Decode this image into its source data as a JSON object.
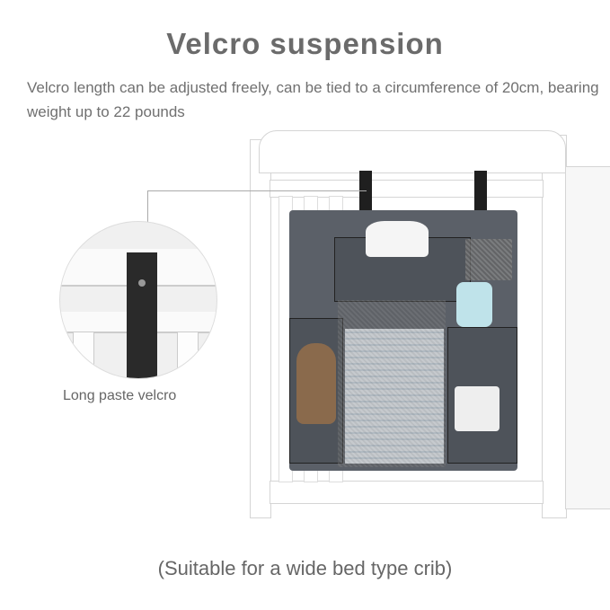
{
  "title": "Velcro suspension",
  "description": "Velcro length can be adjusted freely, can be tied to a circumference of 20cm, bearing weight up to 22 pounds",
  "inset_label": "Long paste velcro",
  "caption": "(Suitable for a wide bed type crib)",
  "colors": {
    "organizer": "#5b6068",
    "text": "#6b6b6b"
  }
}
